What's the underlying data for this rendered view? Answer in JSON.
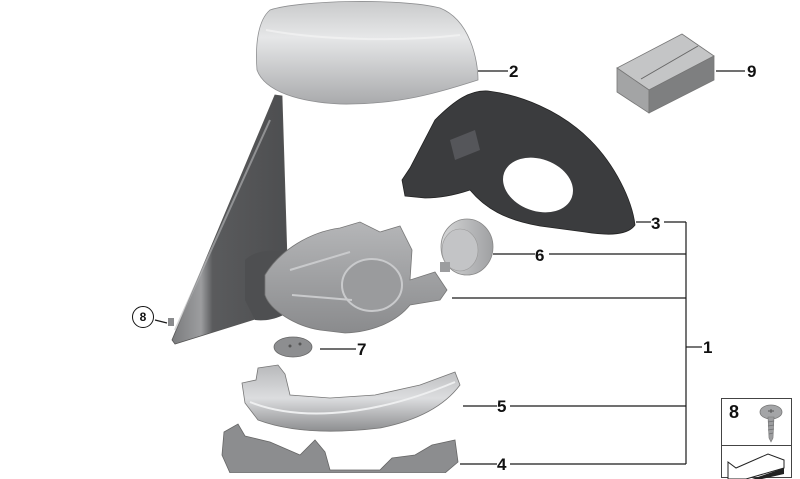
{
  "diagram": {
    "type": "exploded-parts-diagram",
    "subject": "exterior side mirror assembly",
    "parts": [
      {
        "id": "1",
        "label": "1",
        "name": "mirror-assembly-bracket"
      },
      {
        "id": "2",
        "label": "2",
        "name": "mirror-cap-cover"
      },
      {
        "id": "3",
        "label": "3",
        "name": "mirror-housing-frame"
      },
      {
        "id": "4",
        "label": "4",
        "name": "lower-housing-trim"
      },
      {
        "id": "5",
        "label": "5",
        "name": "turn-signal-indicator"
      },
      {
        "id": "6",
        "label": "6",
        "name": "mirror-glass-actuator"
      },
      {
        "id": "7",
        "label": "7",
        "name": "cover-cap-plate"
      },
      {
        "id": "8",
        "label": "8",
        "name": "screw"
      },
      {
        "id": "9",
        "label": "9",
        "name": "repair-kit-box"
      }
    ],
    "circled_callout": {
      "label": "8"
    },
    "inset": {
      "label": "8",
      "icon": "screw-icon",
      "lower_icon": "wedge-clip-icon"
    },
    "colors": {
      "line": "#1a1a1a",
      "cap_light": "#d9dadb",
      "cap_dark": "#9b9c9e",
      "housing_dark": "#3b3c3e",
      "base_dark": "#5a5b5d",
      "mechanism": "#a8a9ab",
      "box_top": "#c4c5c6",
      "box_side": "#7e7f80"
    }
  }
}
